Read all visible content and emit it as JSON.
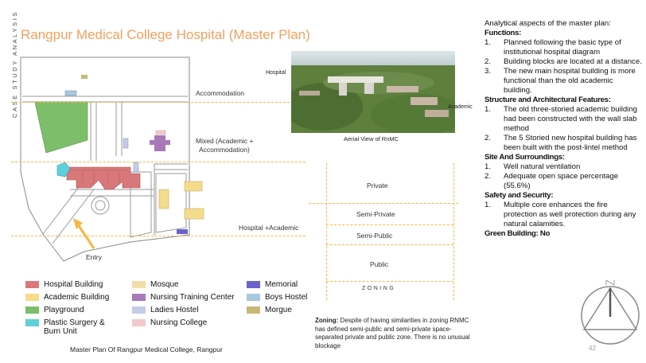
{
  "side_label": "CASE STUDY ANALYSIS",
  "title": "Rangpur Medical College Hospital (Master Plan)",
  "map_zones": {
    "accommodation": "Accommodation",
    "mixed_line1": "Mixed (Academic +",
    "mixed_line2": "Accommodation)",
    "hospital_academic": "Hospital +Academic",
    "entry": "Entry"
  },
  "aerial": {
    "label_hospital": "Hospital",
    "label_academic": "Academic",
    "caption": "Aerial View of RnMC"
  },
  "zoning": {
    "private": "Private",
    "semi_private": "Semi-Private",
    "semi_public": "Semi-Public",
    "public": "Public",
    "heading": "ZONING"
  },
  "legend": [
    {
      "label": "Hospital Building",
      "color": "#D9787A"
    },
    {
      "label": "Mosque",
      "color": "#F0E0A8"
    },
    {
      "label": "Memorial",
      "color": "#6A62C8"
    },
    {
      "label": "Academic Building",
      "color": "#F5DC8A"
    },
    {
      "label": "Nursing Training Center",
      "color": "#A878B8"
    },
    {
      "label": "Boys Hostel",
      "color": "#A8C8E0"
    },
    {
      "label": "Playground",
      "color": "#7DBE6A"
    },
    {
      "label": "Ladies Hostel",
      "color": "#C6CCE6"
    },
    {
      "label": "Morgue",
      "color": "#C8B878"
    },
    {
      "label": "Plastic Surgery &",
      "label2": "Burn Unit",
      "color": "#5ED0DA"
    },
    {
      "label": "Nursing College",
      "color": "#F3C8CC"
    }
  ],
  "map_caption": "Master Plan Of Rangpur Medical College, Rangpur",
  "zoning_note": {
    "bold": "Zoning:",
    "text": " Despite of having similarities in zoning RNMC has defined semi-public and semi-private space-separated private and public zone. There is no unusual blockage"
  },
  "analysis": {
    "intro": "Analytical aspects of the master plan:",
    "functions_heading": "Functions:",
    "functions": [
      "Planned following the basic type of institutional hospital diagram",
      "Building blocks are located at a distance.",
      "The new main hospital building is more functional than the old academic building."
    ],
    "structure_heading": "Structure and Architectural Features:",
    "structure": [
      "The old three-storied academic building had been constructed with the wall slab method",
      "The 5 Storied new hospital building has been built with the post-lintel method"
    ],
    "site_heading": "Site And Surroundings:",
    "site": [
      "Well natural ventilation",
      "Adequate open space percentage (55.6%)"
    ],
    "safety_heading": "Safety and Security:",
    "safety": [
      "Multiple core enhances the fire protection as well protection during any natural calamities."
    ],
    "green": "Green Building: No"
  },
  "page_number": "42"
}
